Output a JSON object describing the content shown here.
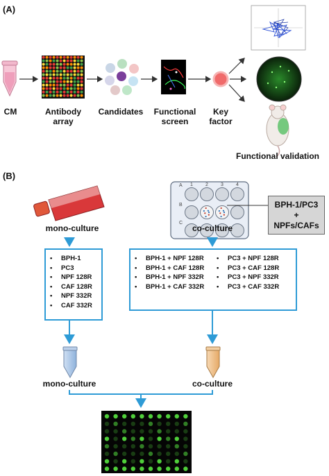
{
  "panel_a": {
    "label": "(A)",
    "steps": [
      "CM",
      "Antibody array",
      "Candidates",
      "Functional screen",
      "Key factor"
    ],
    "validation_label": "Functional validation"
  },
  "panel_b": {
    "label": "(B)",
    "mono_label": "mono-culture",
    "co_label": "co-culture",
    "plate_rows": [
      "A",
      "B",
      "C"
    ],
    "plate_cols": [
      "1",
      "2",
      "3",
      "4"
    ],
    "gray_box_lines": [
      "BPH-1/PC3",
      "+",
      "NPFs/CAFs"
    ],
    "mono_list": [
      "BPH-1",
      "PC3",
      "NPF 128R",
      "CAF 128R",
      "NPF 332R",
      "CAF 332R"
    ],
    "co_list_left": [
      "BPH-1 + NPF 128R",
      "BPH-1 + CAF 128R",
      "BPH-1 + NPF 332R",
      "BPH-1 + CAF 332R"
    ],
    "co_list_right": [
      "PC3 + NPF 128R",
      "PC3 + CAF 128R",
      "PC3 + NPF 332R",
      "PC3 + CAF 332R"
    ],
    "tube_mono_label": "mono-culture",
    "tube_co_label": "co-culture"
  },
  "colors": {
    "arrow_blue": "#2e9bd6",
    "array_bg": "#0b0b0b",
    "spot_green": "#4fcf3a",
    "flask_red": "#d9383a"
  }
}
